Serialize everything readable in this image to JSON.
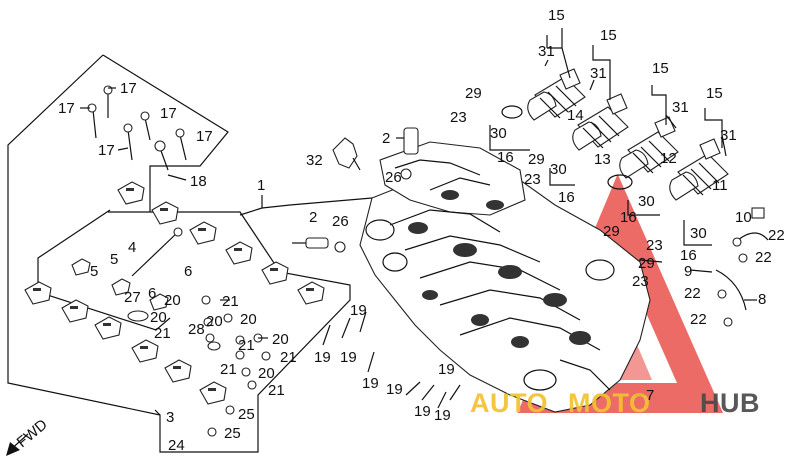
{
  "diagram": {
    "fwd_label": "FWD",
    "callouts": [
      {
        "id": "c15a",
        "text": "15"
      },
      {
        "id": "c31a",
        "text": "31"
      },
      {
        "id": "c15b",
        "text": "15"
      },
      {
        "id": "c31b",
        "text": "31"
      },
      {
        "id": "c15c",
        "text": "15"
      },
      {
        "id": "c31c",
        "text": "31"
      },
      {
        "id": "c15d",
        "text": "15"
      },
      {
        "id": "c31d",
        "text": "31"
      },
      {
        "id": "c14",
        "text": "14"
      },
      {
        "id": "c13",
        "text": "13"
      },
      {
        "id": "c12",
        "text": "12"
      },
      {
        "id": "c11",
        "text": "11"
      },
      {
        "id": "c29a",
        "text": "29"
      },
      {
        "id": "c23a",
        "text": "23"
      },
      {
        "id": "c30a",
        "text": "30"
      },
      {
        "id": "c16a",
        "text": "16"
      },
      {
        "id": "c29b",
        "text": "29"
      },
      {
        "id": "c23b",
        "text": "23"
      },
      {
        "id": "c30b",
        "text": "30"
      },
      {
        "id": "c16b",
        "text": "16"
      },
      {
        "id": "c16c",
        "text": "16"
      },
      {
        "id": "c30c",
        "text": "30"
      },
      {
        "id": "c29c",
        "text": "29"
      },
      {
        "id": "c23c",
        "text": "23"
      },
      {
        "id": "c30d",
        "text": "30"
      },
      {
        "id": "c16d",
        "text": "16"
      },
      {
        "id": "c29d",
        "text": "29"
      },
      {
        "id": "c23d",
        "text": "23"
      },
      {
        "id": "c10",
        "text": "10"
      },
      {
        "id": "c22a",
        "text": "22"
      },
      {
        "id": "c22b",
        "text": "22"
      },
      {
        "id": "c9",
        "text": "9"
      },
      {
        "id": "c22c",
        "text": "22"
      },
      {
        "id": "c8",
        "text": "8"
      },
      {
        "id": "c22d",
        "text": "22"
      },
      {
        "id": "c17a",
        "text": "17"
      },
      {
        "id": "c17b",
        "text": "17"
      },
      {
        "id": "c17c",
        "text": "17"
      },
      {
        "id": "c17d",
        "text": "17"
      },
      {
        "id": "c17e",
        "text": "17"
      },
      {
        "id": "c18",
        "text": "18"
      },
      {
        "id": "c32",
        "text": "32"
      },
      {
        "id": "c2a",
        "text": "2"
      },
      {
        "id": "c26a",
        "text": "26"
      },
      {
        "id": "c1",
        "text": "1"
      },
      {
        "id": "c2b",
        "text": "2"
      },
      {
        "id": "c26b",
        "text": "26"
      },
      {
        "id": "c4",
        "text": "4"
      },
      {
        "id": "c5a",
        "text": "5"
      },
      {
        "id": "c5b",
        "text": "5"
      },
      {
        "id": "c6a",
        "text": "6"
      },
      {
        "id": "c6b",
        "text": "6"
      },
      {
        "id": "c27",
        "text": "27"
      },
      {
        "id": "c20a",
        "text": "20"
      },
      {
        "id": "c21a",
        "text": "21"
      },
      {
        "id": "c20b",
        "text": "20"
      },
      {
        "id": "c21b",
        "text": "21"
      },
      {
        "id": "c28",
        "text": "28"
      },
      {
        "id": "c20c",
        "text": "20"
      },
      {
        "id": "c20d",
        "text": "20"
      },
      {
        "id": "c21c",
        "text": "21"
      },
      {
        "id": "c21d",
        "text": "21"
      },
      {
        "id": "c20e",
        "text": "20"
      },
      {
        "id": "c21e",
        "text": "21"
      },
      {
        "id": "c20f",
        "text": "20"
      },
      {
        "id": "c21f",
        "text": "21"
      },
      {
        "id": "c19a",
        "text": "19"
      },
      {
        "id": "c19b",
        "text": "19"
      },
      {
        "id": "c19c",
        "text": "19"
      },
      {
        "id": "c19d",
        "text": "19"
      },
      {
        "id": "c19e",
        "text": "19"
      },
      {
        "id": "c19f",
        "text": "19"
      },
      {
        "id": "c19g",
        "text": "19"
      },
      {
        "id": "c19h",
        "text": "19"
      },
      {
        "id": "c7",
        "text": "7"
      },
      {
        "id": "c3",
        "text": "3"
      },
      {
        "id": "c25a",
        "text": "25"
      },
      {
        "id": "c25b",
        "text": "25"
      },
      {
        "id": "c24",
        "text": "24"
      }
    ]
  },
  "watermark": {
    "text_a": "AUTO",
    "text_b": "MOTO",
    "text_c": "HUB",
    "color_yellow": "#f2c230",
    "color_red": "#e8413c",
    "color_gray": "#4a4a4a"
  }
}
